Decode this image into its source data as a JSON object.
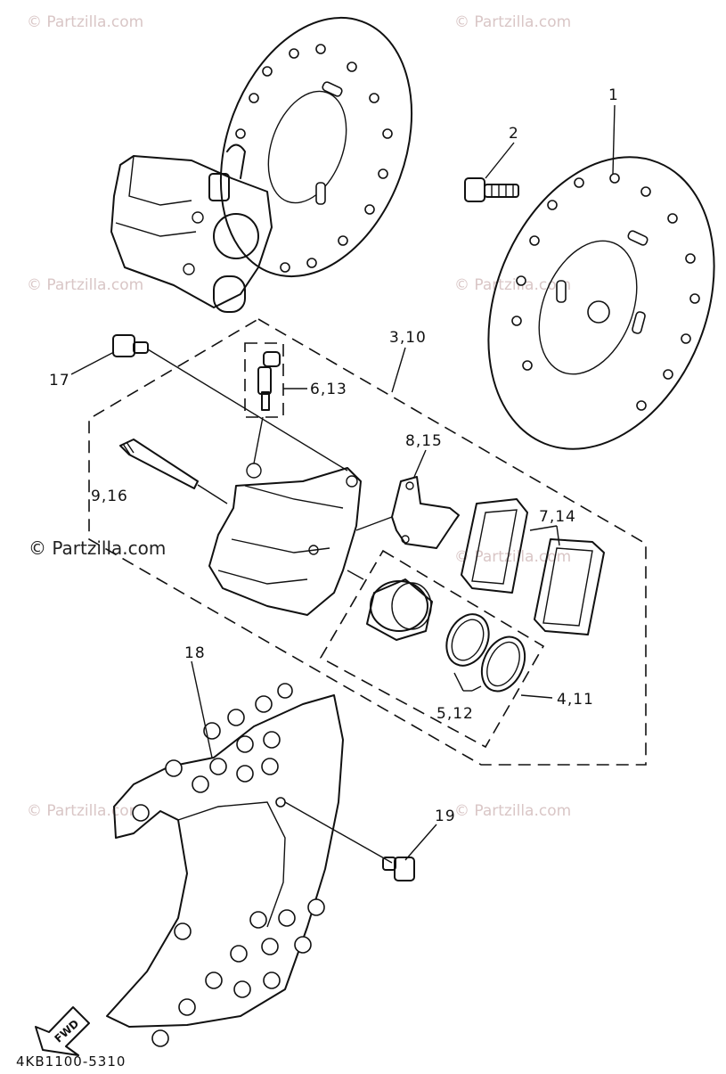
{
  "watermark": {
    "text": "© Partzilla.com"
  },
  "callouts": {
    "c1": "1",
    "c2": "2",
    "c3_10": "3,10",
    "c17": "17",
    "c6_13": "6,13",
    "c8_15": "8,15",
    "c9_16": "9,16",
    "c7_14": "7,14",
    "c18": "18",
    "c5_12": "5,12",
    "c4_11": "4,11",
    "c19": "19"
  },
  "fwd_label": "FWD",
  "diagram_code": "4KB1100-5310"
}
